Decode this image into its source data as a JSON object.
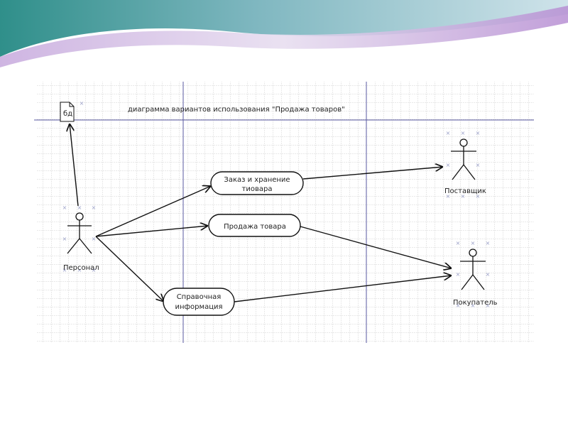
{
  "diagram": {
    "title": "диаграмма вариантов использования \"Продажа товаров\"",
    "database": {
      "label": "бд"
    },
    "actors": [
      {
        "id": "personnel",
        "label": "Персонал"
      },
      {
        "id": "supplier",
        "label": "Поставщик"
      },
      {
        "id": "customer",
        "label": "Покупатель"
      }
    ],
    "use_cases": [
      {
        "id": "order_storage",
        "lines": [
          "Заказ и хранение",
          "тиовара"
        ]
      },
      {
        "id": "sale",
        "lines": [
          "Продажа товара"
        ]
      },
      {
        "id": "reference",
        "lines": [
          "Справочная",
          "информация"
        ]
      }
    ],
    "associations": [
      {
        "from": "personnel",
        "to": "database"
      },
      {
        "from": "personnel",
        "to": "order_storage"
      },
      {
        "from": "personnel",
        "to": "sale"
      },
      {
        "from": "personnel",
        "to": "reference"
      },
      {
        "from": "order_storage",
        "to": "supplier"
      },
      {
        "from": "sale",
        "to": "customer"
      },
      {
        "from": "reference",
        "to": "customer"
      }
    ],
    "colors": {
      "grid": "#d3d3d3",
      "guide_line": "#5a5aa0",
      "stroke": "#111111",
      "header_teal": "#2f8f8a",
      "header_purple": "#b89ad0"
    }
  }
}
